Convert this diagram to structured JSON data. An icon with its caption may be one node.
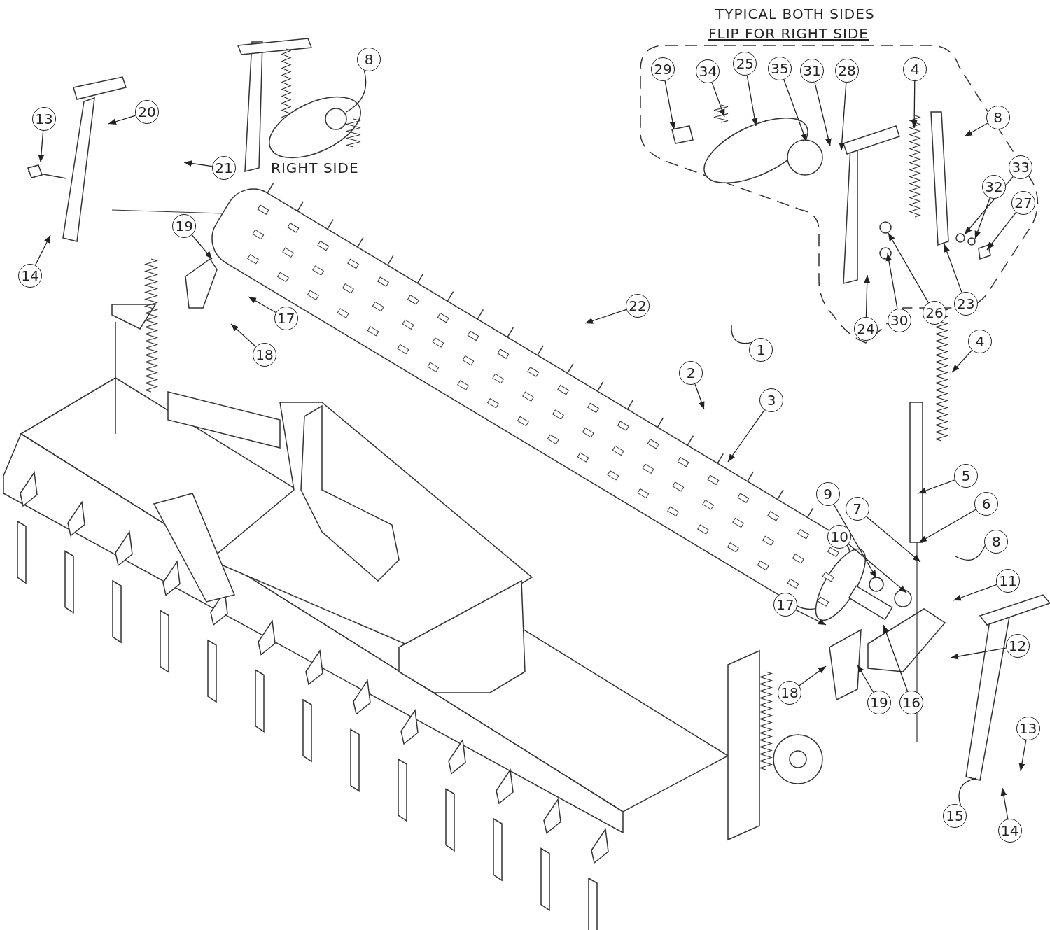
{
  "diagram": {
    "nodes": [
      {
        "text": [
          "8"
        ]
      },
      {
        "text": [
          "29"
        ]
      },
      {
        "text": [
          "34"
        ]
      },
      {
        "text": [
          "25"
        ]
      },
      {
        "text": [
          "35"
        ]
      },
      {
        "text": [
          "31"
        ]
      },
      {
        "text": [
          "28"
        ]
      },
      {
        "text": [
          "4"
        ]
      },
      {
        "text": [
          "13"
        ]
      },
      {
        "text": [
          "20"
        ]
      },
      {
        "text": [
          "8"
        ]
      },
      {
        "text": [
          "21"
        ]
      },
      {
        "text": [
          "33"
        ]
      },
      {
        "text": [
          "32"
        ]
      },
      {
        "text": [
          "27"
        ]
      },
      {
        "text": [
          "19"
        ]
      },
      {
        "text": [
          "14"
        ]
      },
      {
        "text": [
          "26"
        ]
      },
      {
        "text": [
          "23"
        ]
      },
      {
        "text": [
          "30"
        ]
      },
      {
        "text": [
          "22"
        ]
      },
      {
        "text": [
          "17"
        ]
      },
      {
        "text": [
          "24"
        ]
      },
      {
        "text": [
          "4"
        ]
      },
      {
        "text": [
          "1"
        ]
      },
      {
        "text": [
          "18"
        ]
      },
      {
        "text": [
          "2"
        ]
      },
      {
        "text": [
          "3"
        ]
      },
      {
        "text": [
          "5"
        ]
      },
      {
        "text": [
          "6"
        ]
      },
      {
        "text": [
          "7"
        ]
      },
      {
        "text": [
          "9"
        ]
      },
      {
        "text": [
          "8"
        ]
      },
      {
        "text": [
          "10"
        ]
      },
      {
        "text": [
          "11"
        ]
      },
      {
        "text": [
          "17"
        ]
      },
      {
        "text": [
          "16"
        ]
      },
      {
        "text": [
          "12"
        ]
      },
      {
        "text": [
          "18"
        ]
      },
      {
        "text": [
          "19"
        ]
      },
      {
        "text": [
          "13"
        ]
      },
      {
        "text": [
          "15"
        ]
      },
      {
        "text": [
          "14"
        ]
      }
    ],
    "edges": [
      {
        "from": 0,
        "to": null,
        "arrow": "none"
      },
      {
        "from": 1,
        "to": null,
        "arrow": "to"
      },
      {
        "from": 2,
        "to": null,
        "arrow": "to"
      },
      {
        "from": 3,
        "to": null,
        "arrow": "to"
      },
      {
        "from": 4,
        "to": null,
        "arrow": "to"
      },
      {
        "from": 5,
        "to": null,
        "arrow": "to"
      },
      {
        "from": 6,
        "to": null,
        "arrow": "to"
      },
      {
        "from": 7,
        "to": null,
        "arrow": "to"
      },
      {
        "from": 8,
        "to": null,
        "arrow": "to"
      },
      {
        "from": 9,
        "to": null,
        "arrow": "to"
      },
      {
        "from": 10,
        "to": null,
        "arrow": "to"
      },
      {
        "from": 11,
        "to": null,
        "arrow": "to"
      },
      {
        "from": 12,
        "to": null,
        "arrow": "to"
      },
      {
        "from": 13,
        "to": null,
        "arrow": "to"
      },
      {
        "from": 14,
        "to": null,
        "arrow": "to"
      },
      {
        "from": 15,
        "to": null,
        "arrow": "to"
      },
      {
        "from": 16,
        "to": null,
        "arrow": "to"
      },
      {
        "from": 17,
        "to": null,
        "arrow": "to"
      },
      {
        "from": 18,
        "to": null,
        "arrow": "to"
      },
      {
        "from": 19,
        "to": null,
        "arrow": "to"
      },
      {
        "from": 20,
        "to": null,
        "arrow": "to"
      },
      {
        "from": 21,
        "to": null,
        "arrow": "to"
      },
      {
        "from": 22,
        "to": null,
        "arrow": "to"
      },
      {
        "from": 23,
        "to": null,
        "arrow": "to"
      },
      {
        "from": 24,
        "to": null,
        "arrow": "none"
      },
      {
        "from": 25,
        "to": null,
        "arrow": "to"
      },
      {
        "from": 26,
        "to": null,
        "arrow": "to"
      },
      {
        "from": 27,
        "to": null,
        "arrow": "to"
      },
      {
        "from": 28,
        "to": null,
        "arrow": "to"
      },
      {
        "from": 29,
        "to": null,
        "arrow": "to"
      },
      {
        "from": 30,
        "to": null,
        "arrow": "to"
      },
      {
        "from": 31,
        "to": null,
        "arrow": "to"
      },
      {
        "from": 32,
        "to": null,
        "arrow": "none"
      },
      {
        "from": 33,
        "to": null,
        "arrow": "to"
      },
      {
        "from": 34,
        "to": null,
        "arrow": "to"
      },
      {
        "from": 35,
        "to": null,
        "arrow": "to"
      },
      {
        "from": 36,
        "to": null,
        "arrow": "to"
      },
      {
        "from": 37,
        "to": null,
        "arrow": "to"
      },
      {
        "from": 38,
        "to": null,
        "arrow": "to"
      },
      {
        "from": 39,
        "to": null,
        "arrow": "to"
      },
      {
        "from": 40,
        "to": null,
        "arrow": "to"
      },
      {
        "from": 41,
        "to": null,
        "arrow": "none"
      },
      {
        "from": 42,
        "to": null,
        "arrow": "to"
      }
    ],
    "labels": [
      "TYPICAL BOTH SIDES",
      "FLIP FOR RIGHT SIDE",
      "RIGHT SIDE"
    ]
  }
}
